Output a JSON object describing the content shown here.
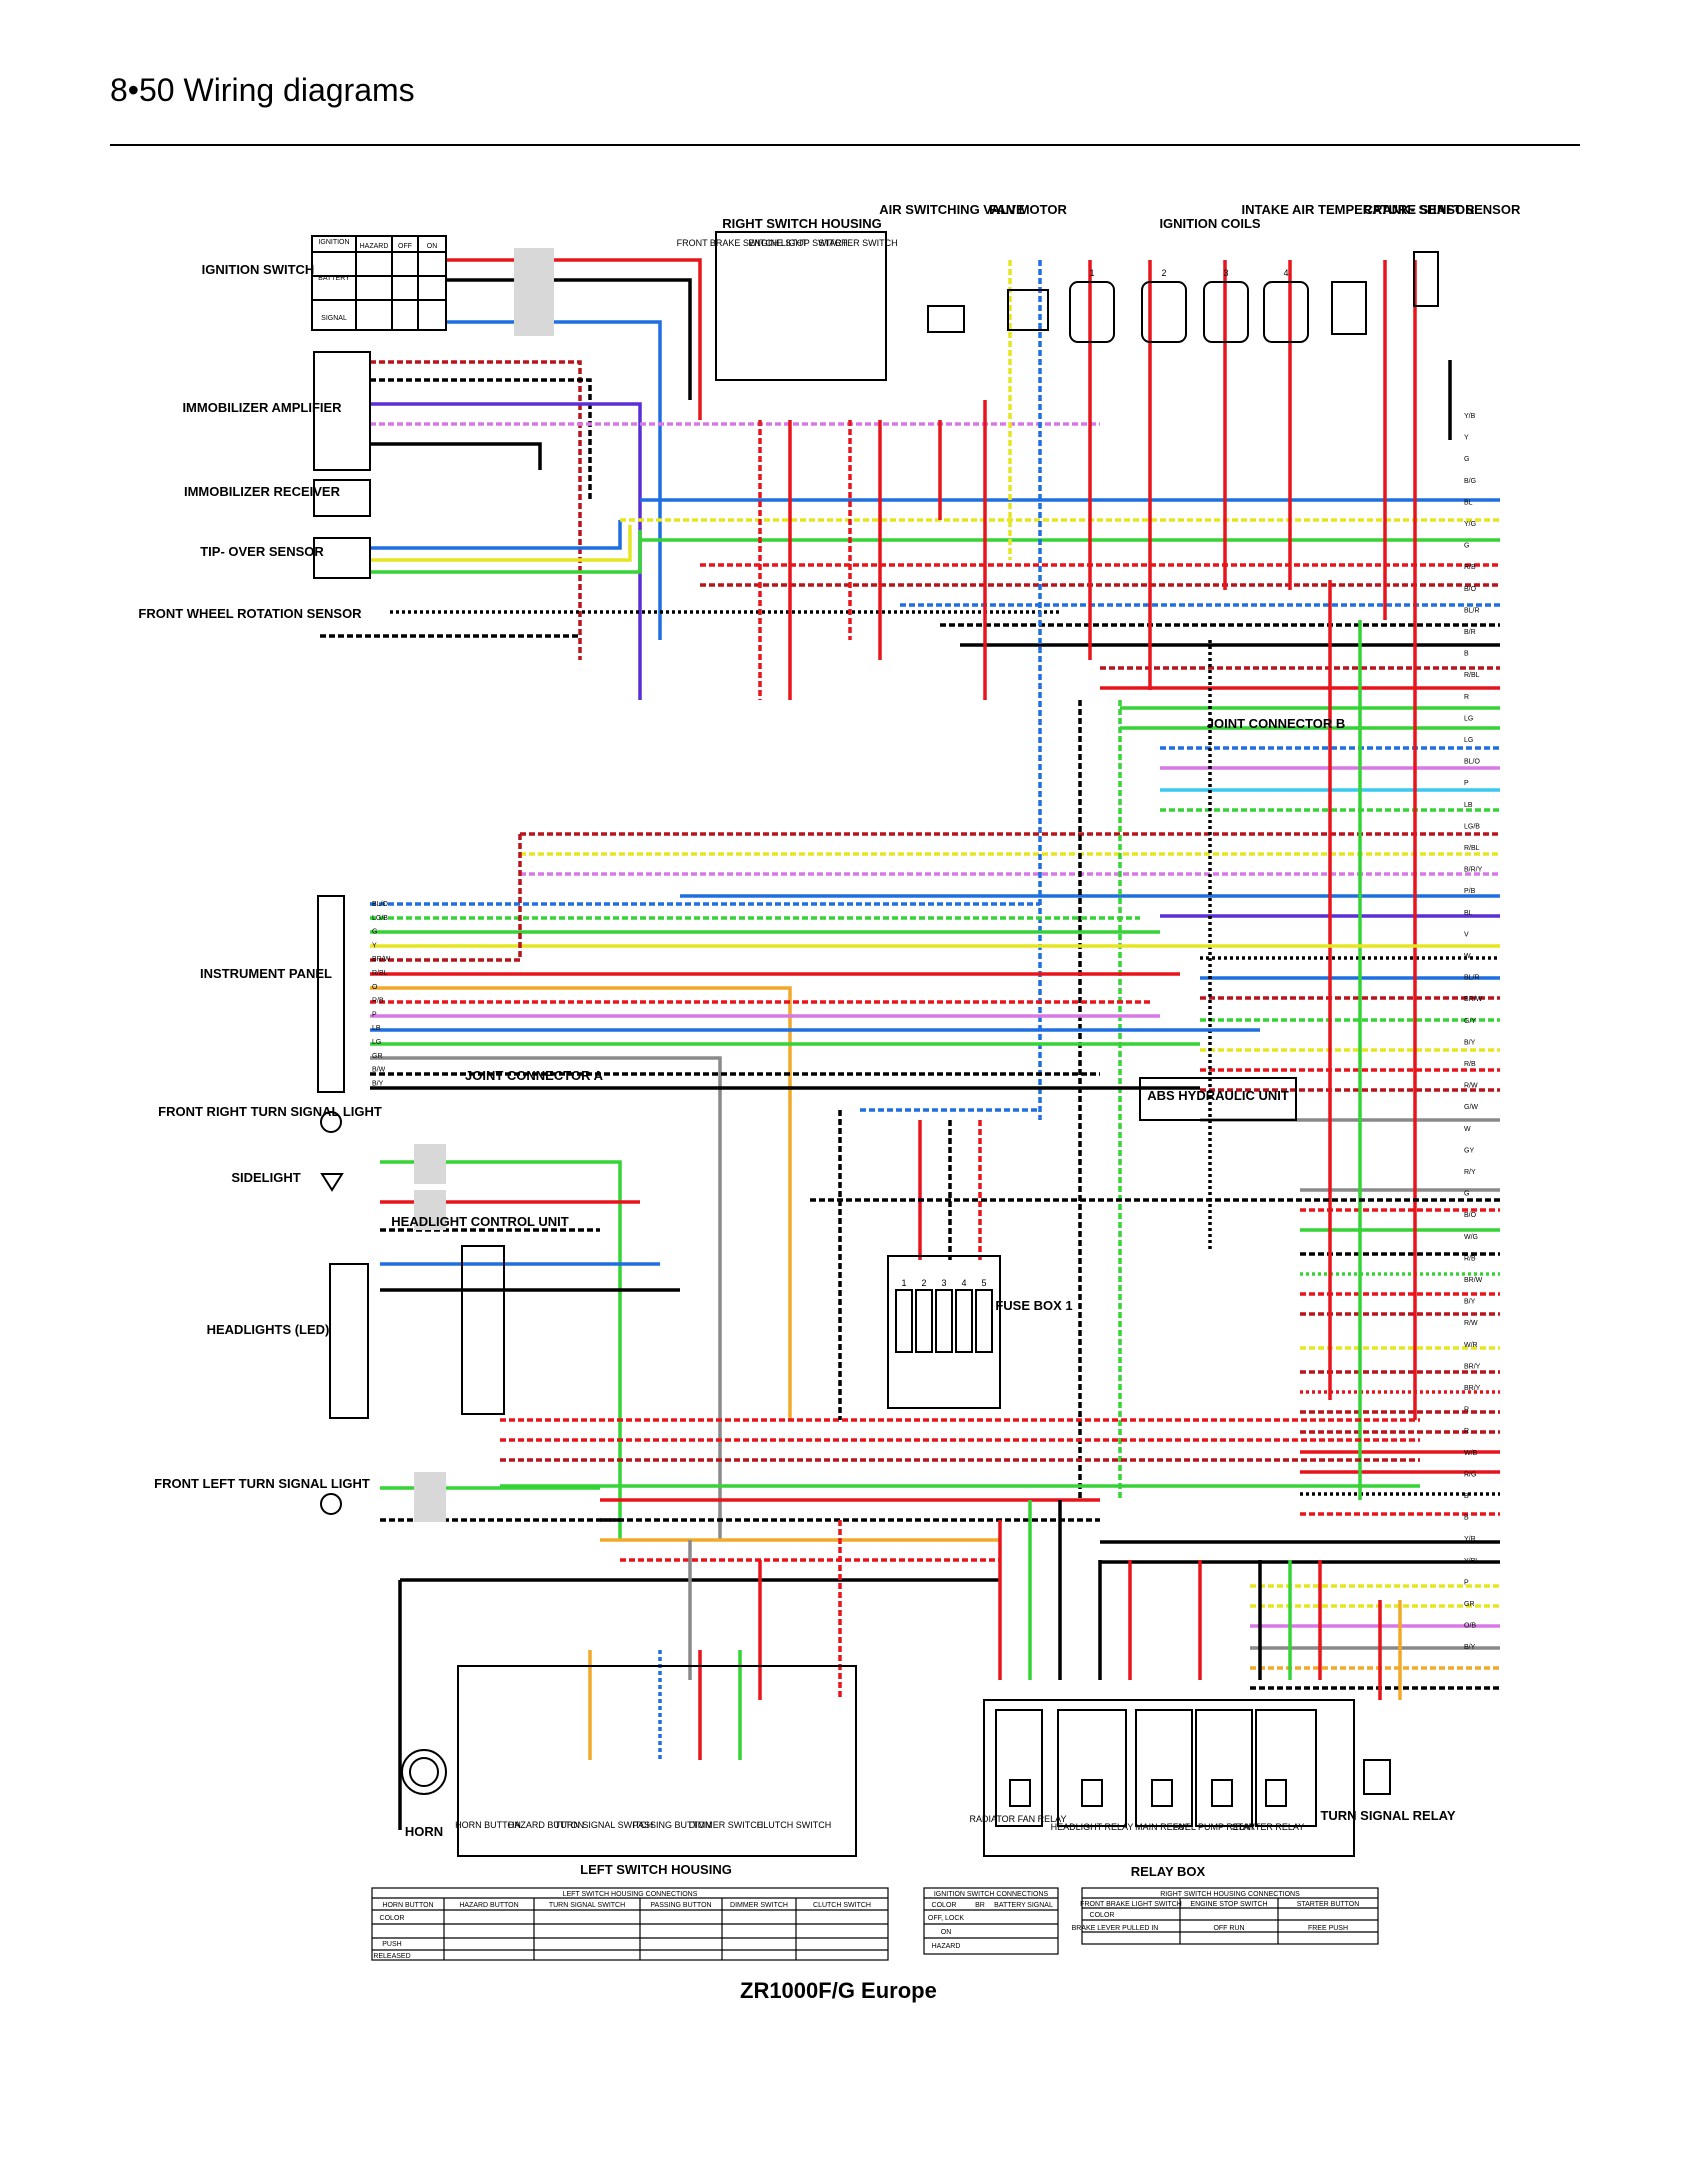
{
  "header": {
    "page_number": "8•50",
    "title": "Wiring diagrams"
  },
  "model_caption": "ZR1000F/G Europe",
  "components": {
    "ignition_switch": "IGNITION SWITCH",
    "ignition_switch_rows": [
      "IGNITION",
      "BATTERY",
      "SIGNAL"
    ],
    "ignition_switch_cols": [
      "HAZARD",
      "OFF",
      "ON"
    ],
    "immobilizer_amplifier": "IMMOBILIZER AMPLIFIER",
    "immobilizer_receiver": "IMMOBILIZER RECEIVER",
    "tip_over_sensor": "TIP- OVER SENSOR",
    "front_wheel_sensor": "FRONT WHEEL ROTATION SENSOR",
    "instrument_panel": "INSTRUMENT PANEL",
    "joint_connector_a": "JOINT CONNECTOR A",
    "front_right_turn": "FRONT RIGHT TURN SIGNAL LIGHT",
    "sidelight": "SIDELIGHT",
    "headlight_control_unit": "HEADLIGHT CONTROL UNIT",
    "headlights": "HEADLIGHTS (LED)",
    "front_left_turn": "FRONT LEFT TURN SIGNAL LIGHT",
    "horn": "HORN",
    "right_switch_housing": "RIGHT SWITCH HOUSING",
    "front_brake_switch": "FRONT BRAKE SWITCH LIGHT",
    "engine_stop_switch": "ENGINE STOP SWITCH",
    "starter_switch": "STARTER SWITCH",
    "air_switching_valve": "AIR SWITCHING VALVE",
    "fan_motor": "FAN MOTOR",
    "ignition_coils": "IGNITION COILS",
    "ignition_coil_numbers": [
      "1",
      "2",
      "3",
      "4"
    ],
    "intake_air_sensor": "INTAKE AIR TEMPERATURE SENSOR",
    "crankshaft_sensor": "CRANK- SHAFT SENSOR",
    "joint_connector_b": "JOINT CONNECTOR B",
    "abs_unit": "ABS HYDRAULIC UNIT",
    "fuse_box": "FUSE BOX 1",
    "fuse_numbers": [
      "1",
      "2",
      "3",
      "4",
      "5"
    ],
    "left_switch_housing": "LEFT SWITCH HOUSING",
    "horn_button": "HORN BUTTON",
    "hazard_button": "HAZARD BUTTON",
    "turn_signal_switch": "TURN SIGNAL SWITCH",
    "passing_button": "PASSING BUTTON",
    "dimmer_switch": "DIMMER SWITCH",
    "clutch_switch": "CLUTCH SWITCH",
    "radiator_fan_relay": "RADIATOR FAN RELAY",
    "headlight_relay": "HEADLIGHT RELAY",
    "main_relay": "MAIN RELAY",
    "fuel_pump_relay": "FUEL PUMP RELAY",
    "starter_relay": "STARTER RELAY",
    "relay_box": "RELAY BOX",
    "turn_signal_relay": "TURN SIGNAL RELAY"
  },
  "right_edge_wires": [
    "Y/B",
    "Y",
    "G",
    "B/G",
    "BL",
    "Y/G",
    "G",
    "R/B",
    "B/O",
    "BL/R",
    "B/R",
    "B",
    "R/BL",
    "R",
    "LG",
    "LG",
    "BL/O",
    "P",
    "LB",
    "LG/B",
    "R/BL",
    "B/R/Y",
    "P/B",
    "BL",
    "V",
    "W",
    "BL/R",
    "BR/W",
    "G/Y",
    "B/Y",
    "R/B",
    "R/W",
    "G/W",
    "W",
    "GY",
    "R/Y",
    "G",
    "B/O",
    "W/G",
    "R/B",
    "BR/W",
    "B/Y",
    "R/W",
    "W/R",
    "BR/Y",
    "BR/Y",
    "R",
    "R",
    "W/B",
    "R/G",
    "B",
    "B",
    "Y/R",
    "Y/BL",
    "P",
    "GR",
    "O/B",
    "B/Y"
  ],
  "instrument_panel_wires": [
    "BL/O",
    "LG/B",
    "G",
    "Y",
    "BR/W",
    "R/BL",
    "O",
    "R/B",
    "P",
    "LB",
    "LG",
    "GR",
    "B/W",
    "B/Y"
  ],
  "tables": {
    "left_switch": {
      "title": "LEFT SWITCH HOUSING CONNECTIONS",
      "groups": [
        "HORN BUTTON",
        "HAZARD BUTTON",
        "TURN SIGNAL SWITCH",
        "PASSING BUTTON",
        "DIMMER SWITCH",
        "CLUTCH SWITCH"
      ],
      "rows": [
        "COLOR",
        "PUSH",
        "RELEASED"
      ]
    },
    "ignition": {
      "title": "IGNITION SWITCH CONNECTIONS",
      "cols": [
        "COLOR",
        "BR",
        "BATTERY",
        "SIGNAL"
      ],
      "rows": [
        "OFF, LOCK",
        "ON",
        "HAZARD"
      ]
    },
    "right_switch": {
      "title": "RIGHT SWITCH HOUSING CONNECTIONS",
      "groups": [
        "FRONT BRAKE LIGHT SWITCH",
        "ENGINE STOP SWITCH",
        "STARTER BUTTON"
      ],
      "rows": [
        "COLOR",
        "BRAKE LEVER PULLED IN",
        "OFF RUN",
        "FREE PUSH"
      ]
    }
  },
  "colors": {
    "red": "#e8141c",
    "blue": "#1f6fe0",
    "green": "#35d335",
    "yellow": "#e6e620",
    "violet": "#5a2fd6",
    "pink": "#d878e6",
    "lightblue": "#38c8f0",
    "orange": "#f2a92a",
    "grey": "#8a8a8a",
    "black": "#000000",
    "darkred": "#b8141c"
  }
}
